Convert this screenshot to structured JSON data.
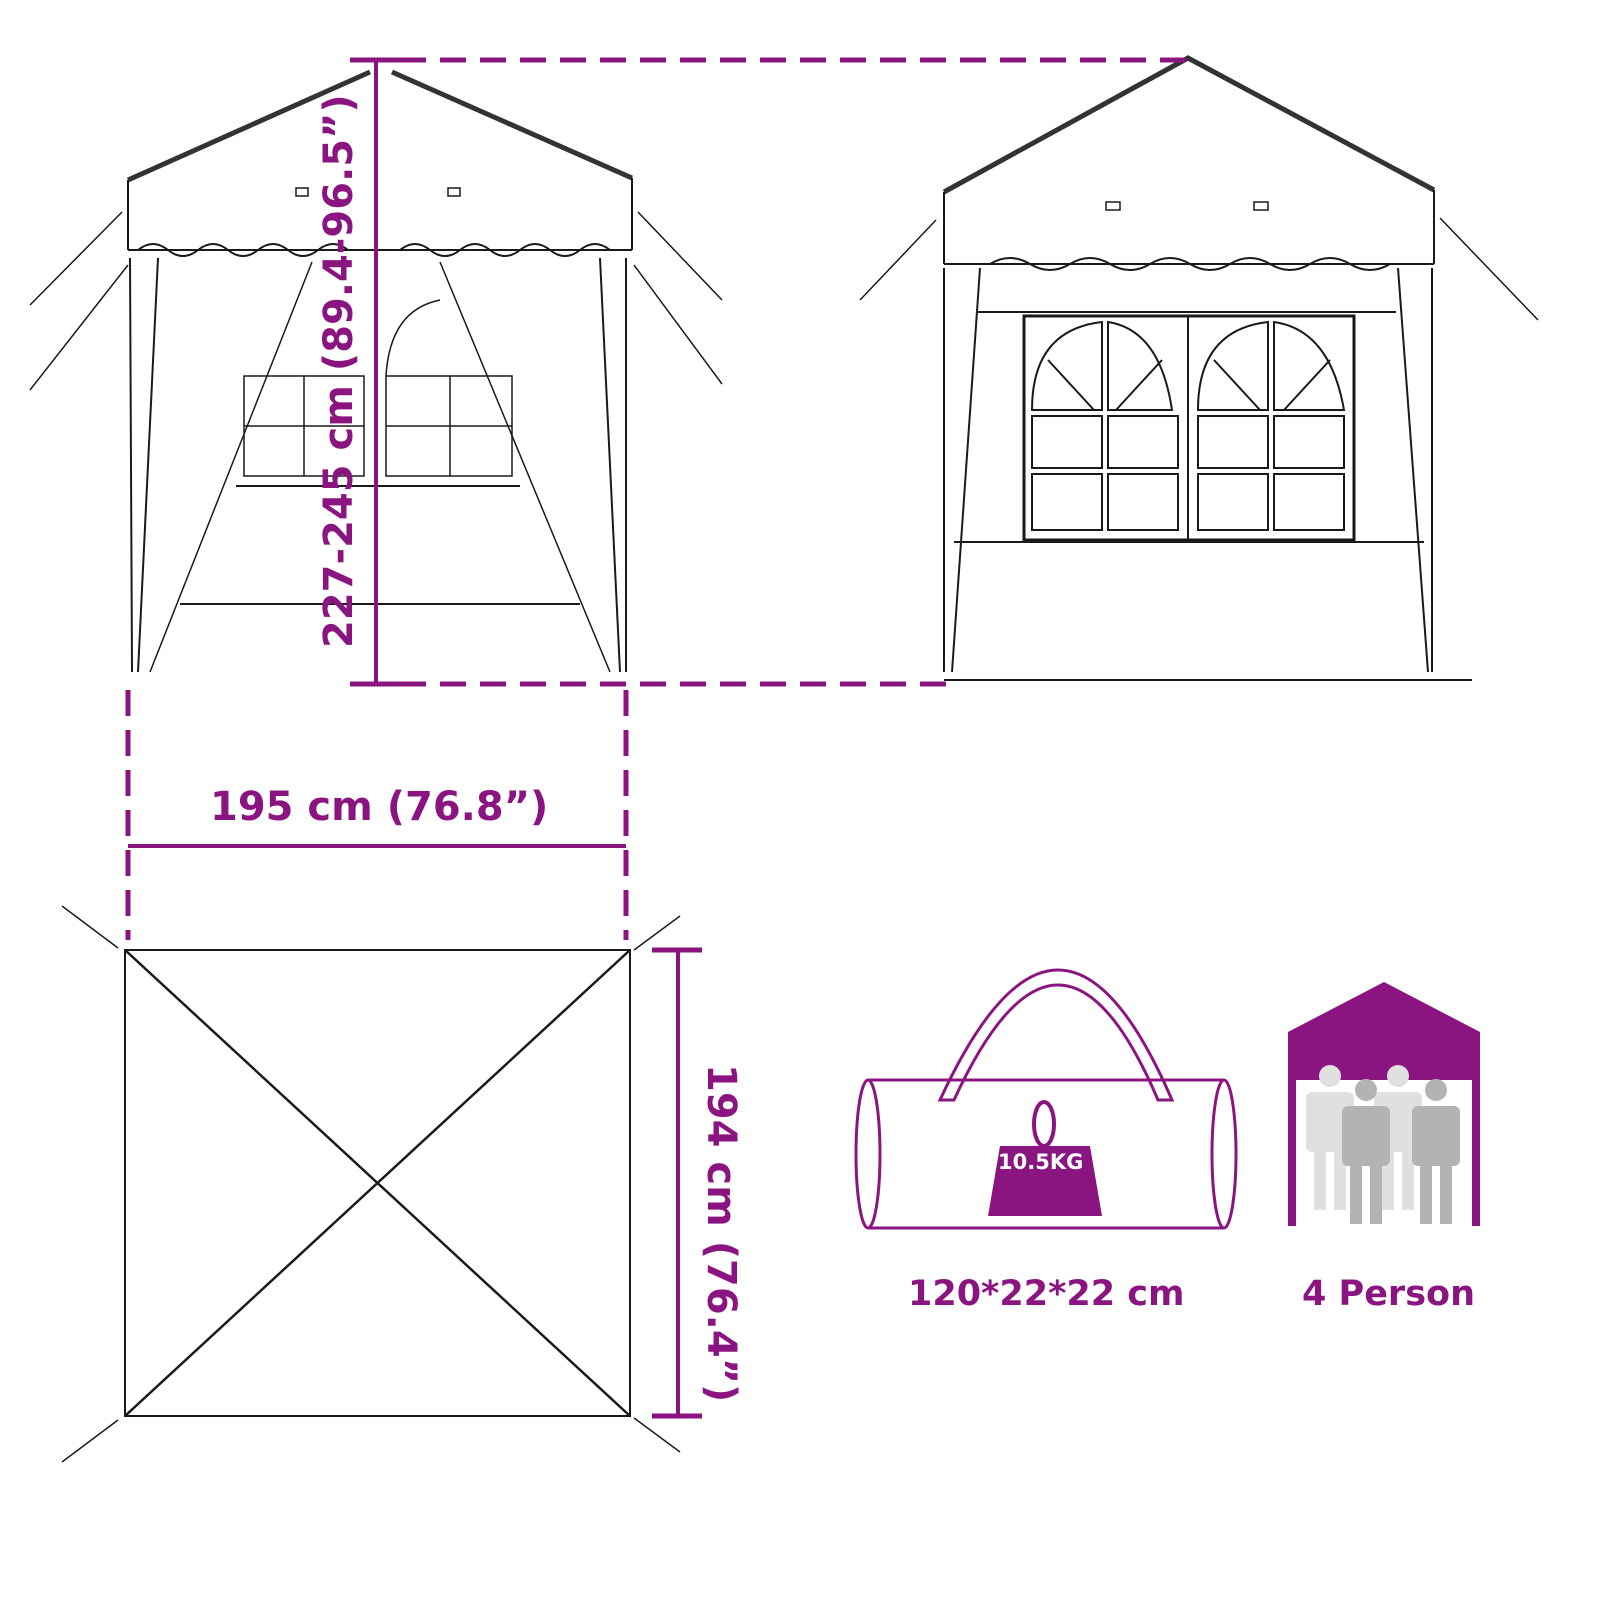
{
  "colors": {
    "accent": "#8b1580",
    "line": "#1a1a1a",
    "person_light": "#e0e0e0",
    "person_dark": "#b3b3b3",
    "background": "#ffffff"
  },
  "dimensions": {
    "height": "227-245 cm (89.4-96.5”)",
    "width": "195 cm (76.8”)",
    "depth": "194 cm (76.4”)"
  },
  "package": {
    "weight": "10.5KG",
    "size": "120*22*22 cm"
  },
  "capacity": {
    "label": "4 Person",
    "count": 4
  },
  "views": {
    "front": "front-view-open-door",
    "side": "side-view-window-panel",
    "top": "top-view-floor-plan"
  },
  "icons": [
    "carry-bag-icon",
    "weight-icon",
    "tent-capacity-icon",
    "person-icon"
  ]
}
